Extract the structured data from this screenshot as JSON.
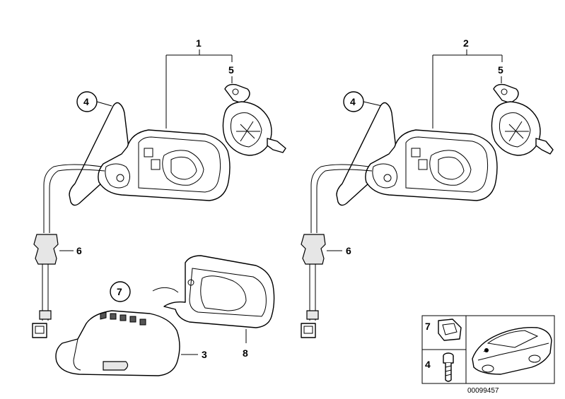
{
  "labels": {
    "left_assembly": "1",
    "right_assembly": "2",
    "left_bracket": "5",
    "right_bracket": "5",
    "left_glass": "4",
    "right_glass": "4",
    "left_cable": "6",
    "right_cable": "6",
    "cap_callout": "7",
    "cover": "3",
    "frame": "8",
    "legend_clip": "7",
    "legend_screw": "4"
  },
  "reference_number": "00099457"
}
